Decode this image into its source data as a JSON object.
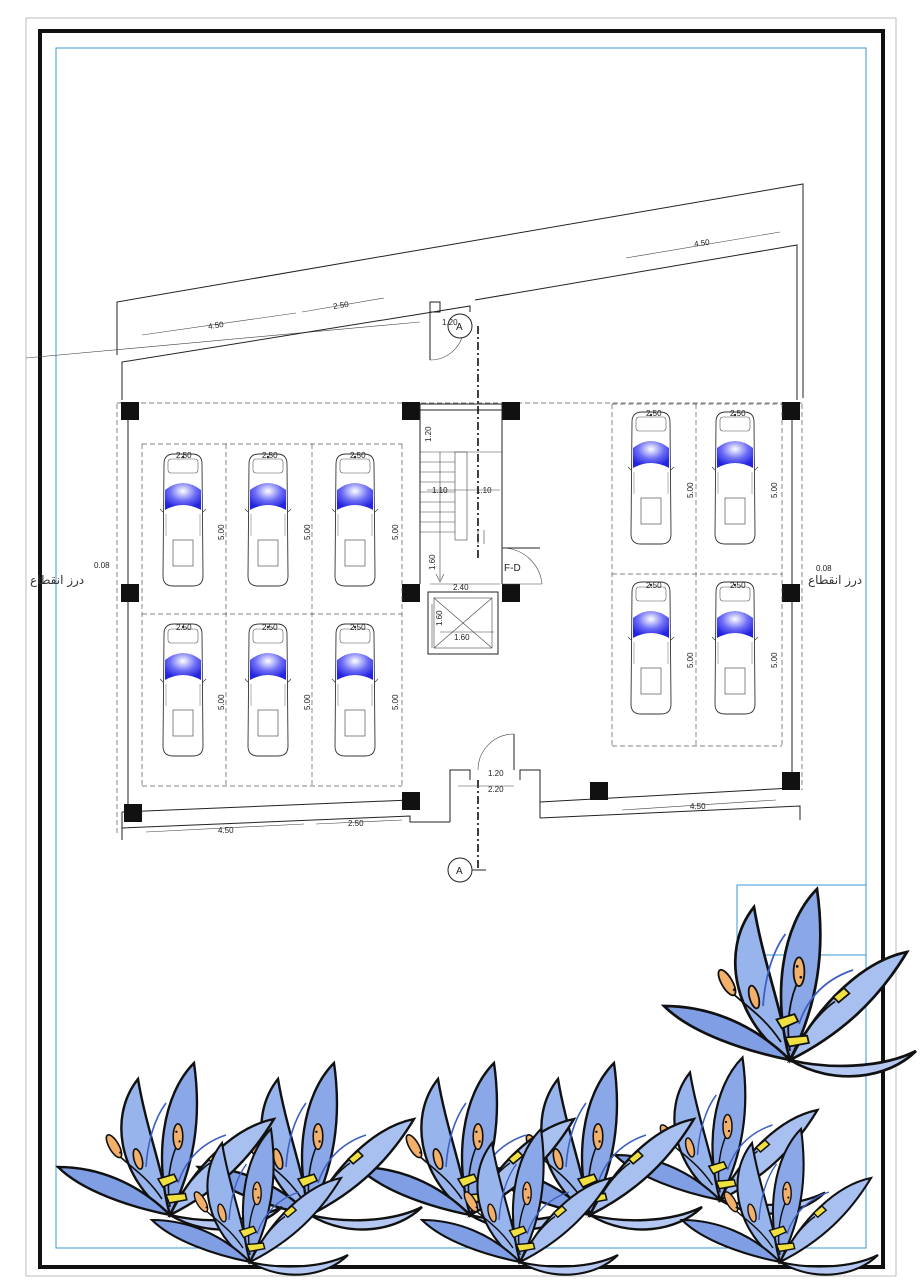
{
  "drawing": {
    "labels": {
      "expansion_joint": "درز انقطاع",
      "fire_door": "F-D",
      "section_marker": "A"
    },
    "dimensions": {
      "top_left_45": "4.50",
      "top_left_25": "2.50",
      "top_right_45": "4.50",
      "top_door": "1.20",
      "bottom_left_45": "4.50",
      "bottom_left_25": "2.50",
      "bottom_right_45": "4.50",
      "entry_120": "1.20",
      "entry_220": "2.20",
      "stair_120": "1.20",
      "stair_110a": "1.10",
      "stair_110b": "1.10",
      "stair_160": "1.60",
      "lift_240": "2.40",
      "lift_160a": "1.60",
      "lift_160b": "1.60",
      "gap_left": "0.08",
      "gap_right": "0.08",
      "bay_width": "2.50",
      "bay_length": "5.00"
    },
    "colors": {
      "line": "#222222",
      "car_glass": "#3b3bf0",
      "frame": "#111111",
      "inner_frame": "#3a9ad9",
      "lily_petal": "#9db8ee",
      "lily_stamen": "#f2b06a",
      "lily_anther": "#f0e040"
    },
    "icons": {
      "car": "car-top-view-icon",
      "column": "square-column-icon",
      "section": "section-marker-icon",
      "flower": "lily-flower-icon"
    }
  }
}
